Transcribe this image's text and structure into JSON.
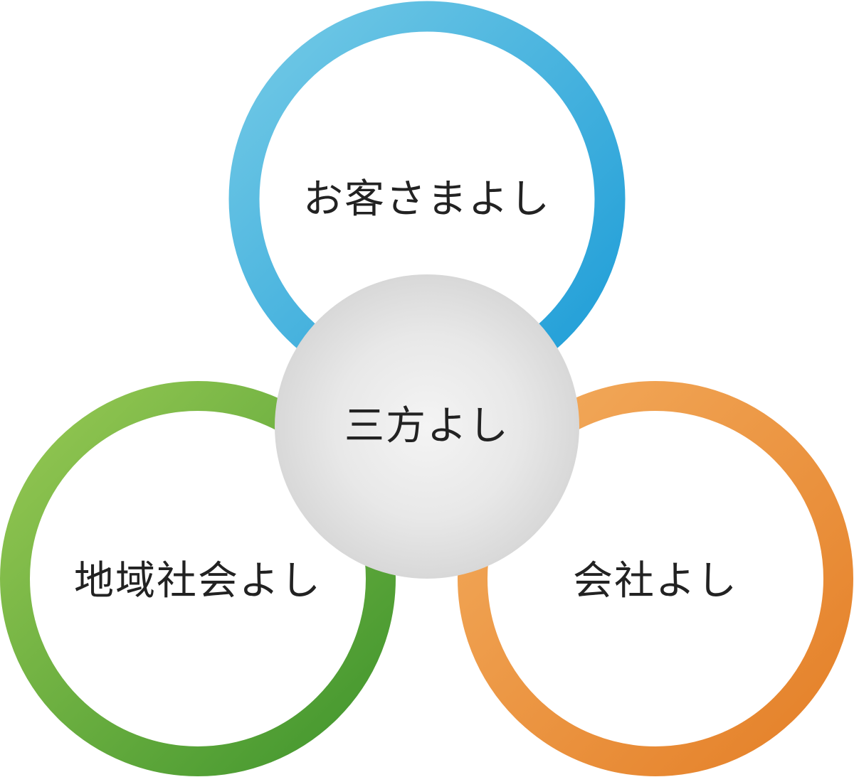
{
  "diagram": {
    "title": "三方よし",
    "center": {
      "label": "三方よし",
      "fill_inner": "#f3f3f3",
      "fill_outer": "#d9d9d9"
    },
    "circles": [
      {
        "id": "customer",
        "label": "お客さまよし",
        "color_start": "#6fc7e5",
        "color_end": "#209fd8"
      },
      {
        "id": "community",
        "label": "地域社会よし",
        "color_start": "#92c550",
        "color_end": "#43972e"
      },
      {
        "id": "company",
        "label": "会社よし",
        "color_start": "#f2a95a",
        "color_end": "#e5822a"
      }
    ],
    "text_color": "#222222"
  }
}
